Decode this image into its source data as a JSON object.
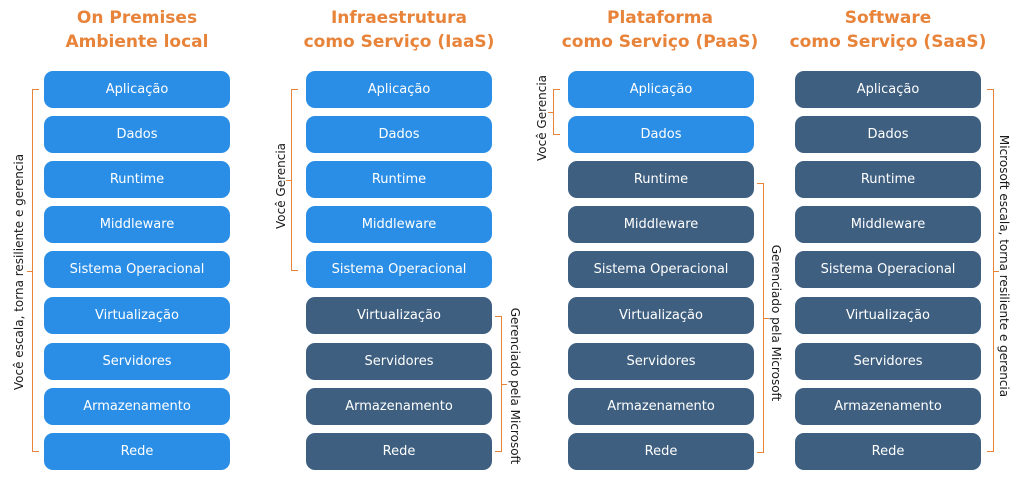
{
  "columns": [
    {
      "id": "on-premises",
      "title_line1": "On Premises",
      "title_line2": "Ambiente local",
      "layers": [
        "Aplicação",
        "Dados",
        "Runtime",
        "Middleware",
        "Sistema Operacional",
        "Virtualização",
        "Servidores",
        "Armazenamento",
        "Rede"
      ],
      "you_manage_count": 9
    },
    {
      "id": "iaas",
      "title_line1": "Infraestrutura",
      "title_line2": "como Serviço (IaaS)",
      "layers": [
        "Aplicação",
        "Dados",
        "Runtime",
        "Middleware",
        "Sistema Operacional",
        "Virtualização",
        "Servidores",
        "Armazenamento",
        "Rede"
      ],
      "you_manage_count": 5
    },
    {
      "id": "paas",
      "title_line1": "Plataforma",
      "title_line2": "como Serviço (PaaS)",
      "layers": [
        "Aplicação",
        "Dados",
        "Runtime",
        "Middleware",
        "Sistema Operacional",
        "Virtualização",
        "Servidores",
        "Armazenamento",
        "Rede"
      ],
      "you_manage_count": 2
    },
    {
      "id": "saas",
      "title_line1": "Software",
      "title_line2": "como Serviço (SaaS)",
      "layers": [
        "Aplicação",
        "Dados",
        "Runtime",
        "Middleware",
        "Sistema Operacional",
        "Virtualização",
        "Servidores",
        "Armazenamento",
        "Rede"
      ],
      "you_manage_count": 0
    }
  ],
  "labels": {
    "onprem_you": "Você escala, torna resiliente e gerencia",
    "iaas_you": "Você Gerencia",
    "iaas_ms": "Gerenciado pela Microsoft",
    "paas_you": "Você Gerencia",
    "paas_ms": "Gerenciado pela Microsoft",
    "saas_ms": "Microsoft escala, torna resiliente e gerencia"
  },
  "colors": {
    "title": "#e8833a",
    "you_manage": "#2b8ee6",
    "microsoft_manages": "#3e5f80",
    "bracket": "#e8833a"
  }
}
